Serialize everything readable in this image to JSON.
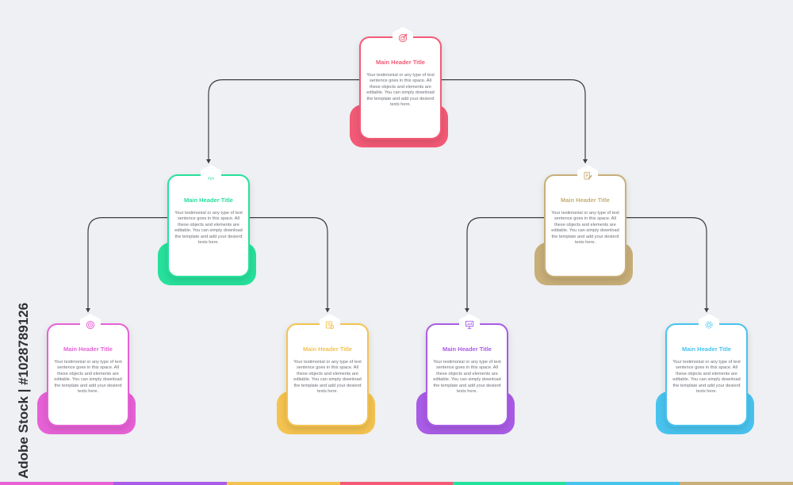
{
  "colors": {
    "background": "#eef0f3",
    "connector": "#3a3d42",
    "body_text": "#6b6f76"
  },
  "nodes": [
    {
      "id": "root",
      "title": "Main Header Title",
      "body": "Your testimonial or any type of text sentence goes in this space. All these objects and elements are editable. You can simply download the template and add your desierd texts here.",
      "color": "#f25a76",
      "icon": "target-arrows-icon"
    },
    {
      "id": "left",
      "title": "Main Header Title",
      "body": "Your testimonial or any type of text sentence goes in this space. All these objects and elements are editable. You can simply download the template and add your desierd texts here.",
      "color": "#27e09b",
      "icon": "rocket-icon"
    },
    {
      "id": "right",
      "title": "Main Header Title",
      "body": "Your testimonial or any type of text sentence goes in this space. All these objects and elements are editable. You can simply download the template and add your desierd texts here.",
      "color": "#c8ae78",
      "icon": "document-edit-icon"
    },
    {
      "id": "ll",
      "title": "Main Header Title",
      "body": "Your testimonial or any type of text sentence goes in this space. All these objects and elements are editable. You can simply download the template and add your desierd texts here.",
      "color": "#e661d6",
      "icon": "target-icon"
    },
    {
      "id": "lr",
      "title": "Main Header Title",
      "body": "Your testimonial or any type of text sentence goes in this space. All these objects and elements are editable. You can simply download the template and add your desierd texts here.",
      "color": "#f4c250",
      "icon": "money-document-icon"
    },
    {
      "id": "rl",
      "title": "Main Header Title",
      "body": "Your testimonial or any type of text sentence goes in this space. All these objects and elements are editable. You can simply download the template and add your desierd texts here.",
      "color": "#a95ce6",
      "icon": "presentation-chart-icon"
    },
    {
      "id": "rr",
      "title": "Main Header Title",
      "body": "Your testimonial or any type of text sentence goes in this space. All these objects and elements are editable. You can simply download the template and add your desierd texts here.",
      "color": "#48c3ee",
      "icon": "settings-gear-icon"
    }
  ],
  "edges": [
    {
      "from": "root",
      "to": "left"
    },
    {
      "from": "root",
      "to": "right"
    },
    {
      "from": "left",
      "to": "ll"
    },
    {
      "from": "left",
      "to": "lr"
    },
    {
      "from": "right",
      "to": "rl"
    },
    {
      "from": "right",
      "to": "rr"
    }
  ],
  "credit": "Adobe Stock | #1028789126",
  "stripe_colors": [
    "#e661d6",
    "#a95ce6",
    "#f4c250",
    "#f25a76",
    "#27e09b",
    "#48c3ee",
    "#c8ae78"
  ]
}
